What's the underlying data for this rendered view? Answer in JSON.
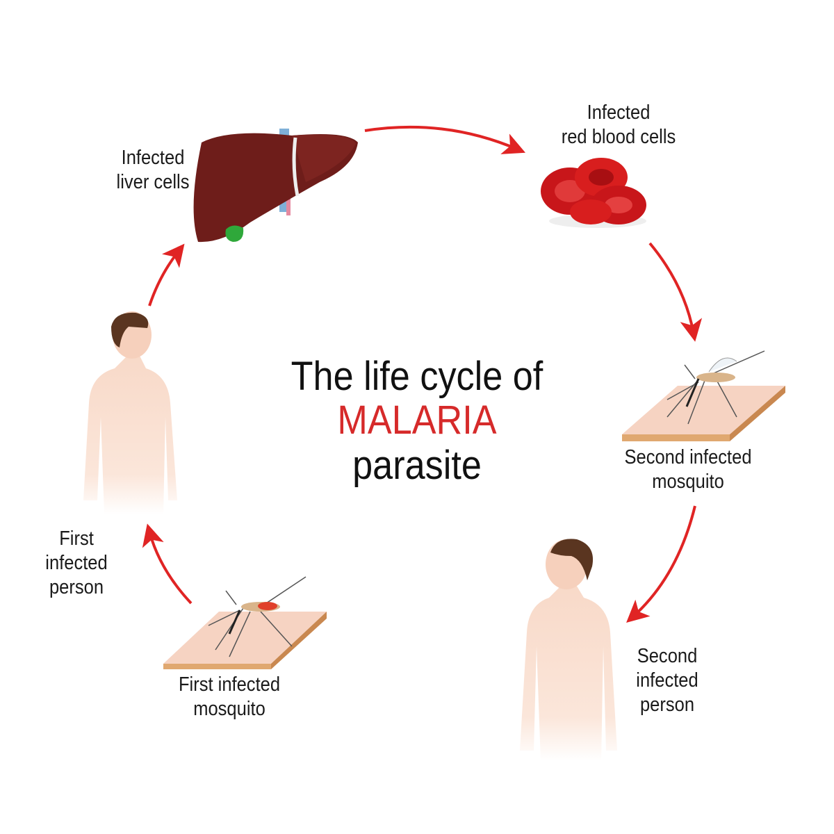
{
  "colors": {
    "accent": "#d62a2a",
    "arrow": "#e02424",
    "liver": "#6e1d1a",
    "blood": "#d81e1e",
    "skin": "#f8d9c8"
  },
  "title": {
    "line1": "The life cycle of",
    "line2": "MALARIA",
    "line3": "parasite"
  },
  "stages": {
    "liver": {
      "line1": "Infected",
      "line2": "liver cells"
    },
    "blood": {
      "line1": "Infected",
      "line2": "red blood cells"
    },
    "mosquito2": {
      "line1": "Second infected",
      "line2": "mosquito"
    },
    "person2": {
      "line1": "Second",
      "line2": "infected",
      "line3": "person"
    },
    "mosquito1": {
      "line1": "First infected",
      "line2": "mosquito"
    },
    "person1": {
      "line1": "First",
      "line2": "infected",
      "line3": "person"
    }
  }
}
